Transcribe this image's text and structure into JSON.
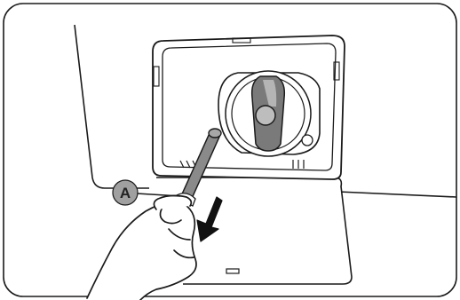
{
  "diagram": {
    "callout": {
      "label": "A"
    },
    "colors": {
      "line": "#1a1a1a",
      "panel_fill": "#ffffff",
      "hose_fill": "#8a8a8a",
      "knob_fill": "#7a7a7a",
      "callout_fill": "#a0a0a0",
      "arrow_fill": "#111111"
    },
    "icons": [
      "drain-hose",
      "pump-filter-knob",
      "pull-arrow",
      "hand"
    ]
  }
}
